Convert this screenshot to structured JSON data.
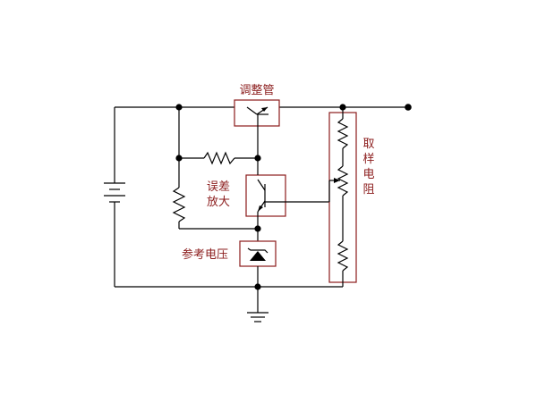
{
  "labels": {
    "pass_transistor": "调整管",
    "error_amp_line1": "误差",
    "error_amp_line2": "放大",
    "reference_voltage": "参考电压",
    "sampling_resistor_chars": [
      "取",
      "样",
      "电",
      "阻"
    ]
  },
  "colors": {
    "label_color": "#8b1c1c",
    "box_color": "#8b1c1c",
    "wire_color": "#000000",
    "background": "#ffffff"
  }
}
